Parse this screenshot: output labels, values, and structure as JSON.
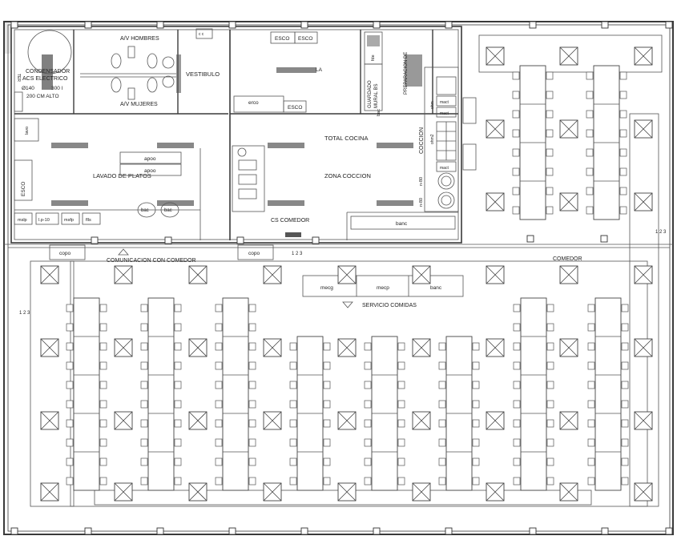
{
  "labels": {
    "condensador": "CONDENSADOR",
    "acs_electrico": "ACS ELECTRICO",
    "acs_diam": "Ø140",
    "acs_vol": "300 l",
    "acs_alto": "200 CM ALTO",
    "av_hombres": "A/V HOMBRES",
    "av_mujeres": "A/V MUJERES",
    "vestibulo": "VESTIBULO",
    "esco_1": "ESCO",
    "esco_2": "ESCO",
    "esco_3": "ESCO",
    "esco_side": "ESCO",
    "erco": "erco",
    "la": "LA",
    "preparacion": "PREPARACION DE",
    "guardado": "GUARDADO",
    "mural_bs": "MURAL BS",
    "bac": "bac",
    "fde": "fde",
    "total_cocina": "TOTAL COCINA",
    "coccion": "COCCION",
    "zona_coccion": "ZONA COCCION",
    "lavado_platos": "LAVADO DE PLATOS",
    "apoo_1": "apoo",
    "apoo_2": "apoo",
    "bac_1": "bac",
    "bac_2": "bac",
    "banc_kitchen": "banc",
    "cs_comedor": "CS COMEDOR",
    "copo_1": "copo",
    "copo_2": "copo",
    "comunicacion": "COMUNICACION CON COMEDOR",
    "comedor": "COMEDOR",
    "mecg": "mecg",
    "mecp": "mecp",
    "banc_serv": "banc",
    "servicio_comidas": "SERVICIO COMIDAS",
    "lavo": "lavo",
    "mslp": "mslp",
    "lp10": "l.p-10",
    "msfp": "msfp",
    "flls": "flls",
    "n123_a": "1 2 3",
    "n123_b": "1 2 3",
    "n123_c": "1 2 3",
    "n80_a": "n-80",
    "n80_b": "n-80",
    "mact_1": "mact",
    "mact_2": "mact",
    "mact_3": "mact",
    "mact_4": "mact",
    "ohm": "ohm",
    "ohm2": "ohm2",
    "ter": "TER",
    "cc": "c c"
  }
}
